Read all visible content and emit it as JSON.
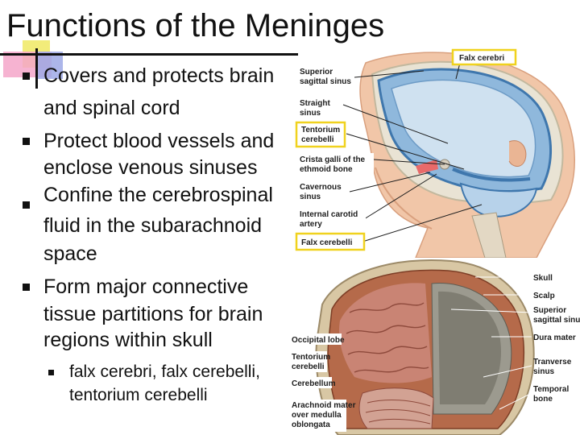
{
  "title": "Functions of the Meninges",
  "bullets": [
    {
      "lines": [
        "Covers and protects brain",
        "and spinal cord"
      ]
    },
    {
      "lines": [
        "Protect blood vessels and",
        "enclose venous sinuses"
      ]
    },
    {
      "lines": [
        "Confine the cerebrospinal",
        "fluid in the subarachnoid",
        "space"
      ]
    },
    {
      "lines": [
        "Form major connective",
        "tissue partitions for brain",
        "regions within skull"
      ]
    }
  ],
  "sub_bullets": [
    {
      "lines": [
        "falx cerebri, falx cerebelli,",
        "tentorium cerebelli"
      ]
    }
  ],
  "diagram_top": {
    "falx_cerebri": "Falx cerebri",
    "superior_sagittal_sinus": [
      "Superior",
      "sagittal sinus"
    ],
    "straight_sinus": [
      "Straight",
      "sinus"
    ],
    "tentorium_cerebelli": [
      "Tentorium",
      "cerebelli"
    ],
    "crista_galli": [
      "Crista galli of the",
      "ethmoid bone"
    ],
    "cavernous_sinus": [
      "Cavernous",
      "sinus"
    ],
    "internal_carotid": [
      "Internal carotid",
      "artery"
    ],
    "falx_cerebelli": "Falx cerebelli"
  },
  "diagram_bottom": {
    "skull": "Skull",
    "scalp": "Scalp",
    "superior_sagittal_sinus": [
      "Superior",
      "sagittal sinus"
    ],
    "dura_mater": "Dura mater",
    "occipital_lobe": "Occipital lobe",
    "tentorium_cerebelli": [
      "Tentorium",
      "cerebelli"
    ],
    "tranverse_sinus": [
      "Tranverse",
      "sinus"
    ],
    "cerebellum": "Cerebellum",
    "arachnoid": [
      "Arachnoid mater",
      "over medulla",
      "oblongata"
    ],
    "temporal_bone": [
      "Temporal",
      "bone"
    ]
  },
  "colors": {
    "highlight_box": "#f0d21e",
    "deco_yellow": "#f2ec7a",
    "deco_pink": "#f4a6c9",
    "deco_blue": "#9ea9e6"
  }
}
